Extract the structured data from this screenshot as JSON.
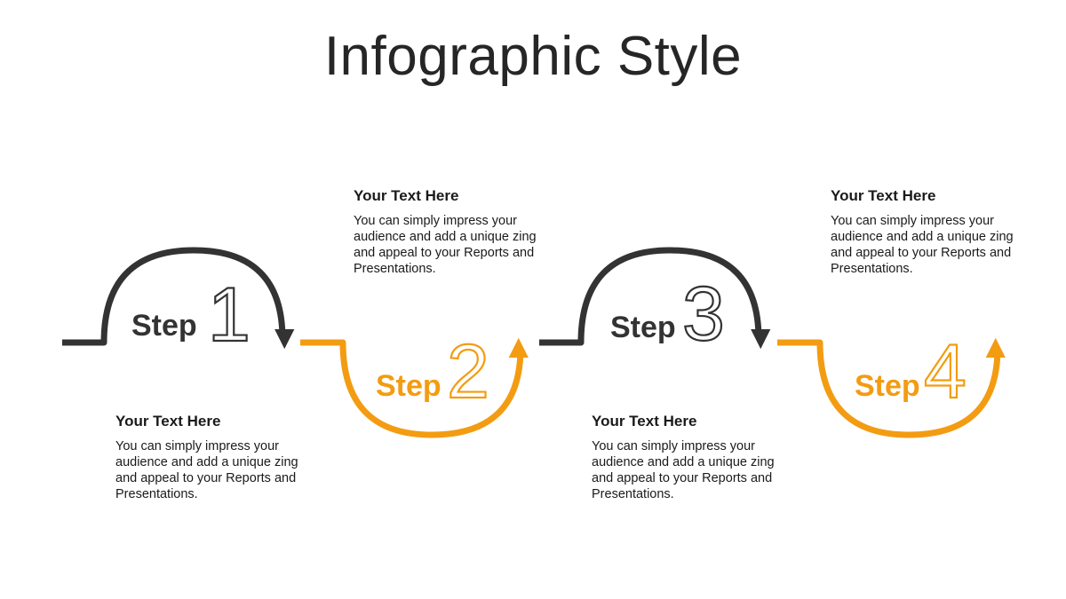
{
  "title": "Infographic Style",
  "colors": {
    "dark": "#333333",
    "accent": "#F39C12"
  },
  "steps": [
    {
      "word": "Step",
      "number": "1",
      "color": "dark",
      "heading": "Your Text  Here",
      "body": "You can simply impress your audience and add a unique zing and appeal to your Reports and Presentations."
    },
    {
      "word": "Step",
      "number": "2",
      "color": "accent",
      "heading": "Your Text  Here",
      "body": "You can simply impress your audience and add a unique zing and appeal to your Reports and Presentations."
    },
    {
      "word": "Step",
      "number": "3",
      "color": "dark",
      "heading": "Your Text  Here",
      "body": "You can simply impress your audience and add a unique zing and appeal to your Reports and Presentations."
    },
    {
      "word": "Step",
      "number": "4",
      "color": "accent",
      "heading": "Your Text  Here",
      "body": "You can simply impress your audience and add a unique zing and appeal to your Reports and Presentations."
    }
  ]
}
